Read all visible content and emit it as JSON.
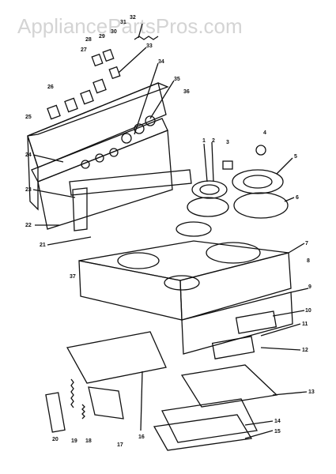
{
  "watermark": "AppliancePartsPros.com",
  "callouts": [
    {
      "id": "1",
      "text": "1"
    },
    {
      "id": "2",
      "text": "2"
    },
    {
      "id": "3",
      "text": "3"
    },
    {
      "id": "4",
      "text": "4"
    },
    {
      "id": "5",
      "text": "5"
    },
    {
      "id": "6",
      "text": "6"
    },
    {
      "id": "7",
      "text": "7"
    },
    {
      "id": "8",
      "text": "8"
    },
    {
      "id": "9",
      "text": "9"
    },
    {
      "id": "10",
      "text": "10"
    },
    {
      "id": "11",
      "text": "11"
    },
    {
      "id": "12",
      "text": "12"
    },
    {
      "id": "13",
      "text": "13"
    },
    {
      "id": "14",
      "text": "14"
    },
    {
      "id": "15",
      "text": "15"
    },
    {
      "id": "16",
      "text": "16"
    },
    {
      "id": "17",
      "text": "17"
    },
    {
      "id": "18",
      "text": "18"
    },
    {
      "id": "19",
      "text": "19"
    },
    {
      "id": "20",
      "text": "20"
    },
    {
      "id": "21",
      "text": "21"
    },
    {
      "id": "22",
      "text": "22"
    },
    {
      "id": "23",
      "text": "23"
    },
    {
      "id": "24",
      "text": "24"
    },
    {
      "id": "25",
      "text": "25"
    },
    {
      "id": "26",
      "text": "26"
    },
    {
      "id": "27",
      "text": "27"
    },
    {
      "id": "28",
      "text": "28"
    },
    {
      "id": "29",
      "text": "29"
    },
    {
      "id": "30",
      "text": "30"
    },
    {
      "id": "31",
      "text": "31"
    },
    {
      "id": "32",
      "text": "32"
    },
    {
      "id": "33",
      "text": "33"
    },
    {
      "id": "34",
      "text": "34"
    },
    {
      "id": "35",
      "text": "35"
    },
    {
      "id": "36",
      "text": "36"
    },
    {
      "id": "37",
      "text": "37"
    }
  ]
}
